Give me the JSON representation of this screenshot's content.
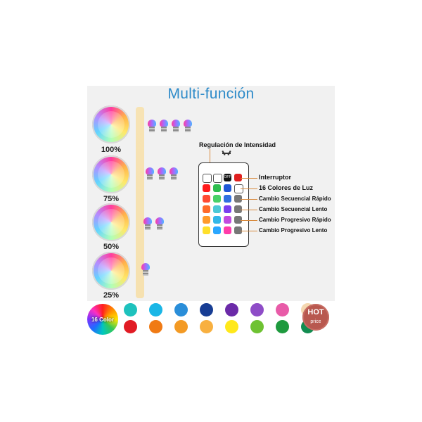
{
  "title": "Multi-función",
  "levels": [
    {
      "label": "100%",
      "bulbs": 4
    },
    {
      "label": "75%",
      "bulbs": 3
    },
    {
      "label": "50%",
      "bulbs": 2
    },
    {
      "label": "25%",
      "bulbs": 1
    }
  ],
  "remote": {
    "callout_top": "Regulación de Intensidad",
    "off_label": "OFF",
    "functions": [
      "Interruptor",
      "16 Colores de Luz",
      "Cambio Secuencial Rápido",
      "Cambio Secuencial Lento",
      "Cambio Progresivo Rápido",
      "Cambio Progresivo Lento"
    ],
    "button_colors": [
      [
        "#ff1a1a",
        "#2ebd4e",
        "#1e57d6"
      ],
      [
        "#ff4a32",
        "#48d168",
        "#2f6fe0"
      ],
      [
        "#ff6a2a",
        "#4cc9d6",
        "#7a3ff0"
      ],
      [
        "#ff9a2a",
        "#33b7e8",
        "#c24ae0"
      ],
      [
        "#ffdf2a",
        "#2aa7ff",
        "#ff3caa"
      ]
    ]
  },
  "palette": {
    "wheel_label": "16 Color",
    "row1": [
      "#1ec2bd",
      "#1ab6e6",
      "#2a8ed9",
      "#173d94",
      "#6b2aa8",
      "#8e4cc7",
      "#e85ba8",
      "#f4d7b0"
    ],
    "row2": [
      "#e11b24",
      "#f07a14",
      "#f39a24",
      "#f8b040",
      "#ffe81a",
      "#6ec232",
      "#1e9a3e",
      "#128c50"
    ],
    "hot_line1": "HOT",
    "hot_line2": "price"
  }
}
